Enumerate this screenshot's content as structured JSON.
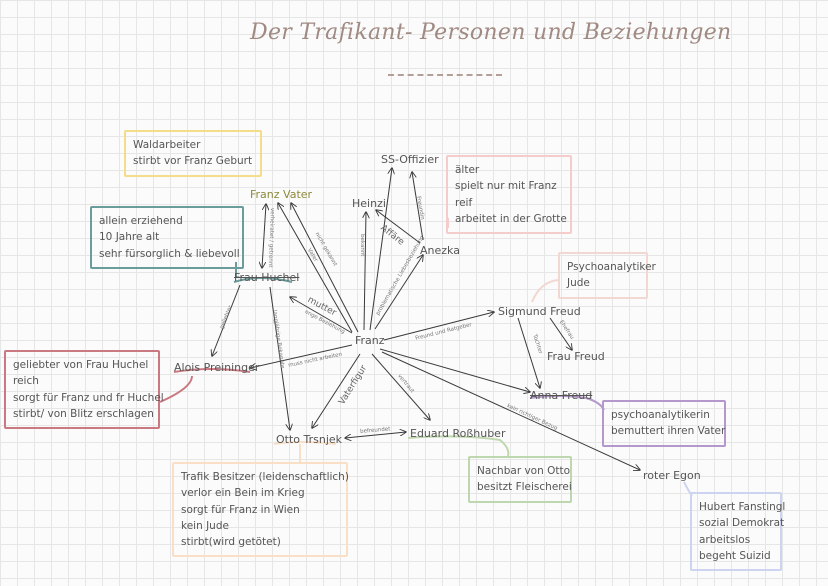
{
  "title": "Der Trafikant- Personen und Beziehungen",
  "nodes": {
    "franz": "Franz",
    "ss": "SS-Offizier",
    "heinzi": "Heinzi",
    "vater": "Franz Vater",
    "anezka": "Anezka",
    "mutter": "Frau Huchel",
    "sigmund": "Sigmund Freud",
    "frau_freud": "Frau Freud",
    "anna": "Anna Freud",
    "alois": "Alois Preininger",
    "otto": "Otto Trsnjek",
    "eduard": "Eduard Roßhuber",
    "egon": "roter Egon"
  },
  "notes": {
    "vater": [
      "Waldarbeiter",
      "stirbt vor Franz Geburt"
    ],
    "anezka": [
      "älter",
      "spielt nur mit Franz",
      "reif",
      "arbeitet in der Grotte"
    ],
    "mutter": [
      "allein erziehend",
      "10 Jahre alt",
      "sehr fürsorglich & liebevoll"
    ],
    "sigmund": [
      "Psychoanalytiker",
      "Jude"
    ],
    "alois": [
      "geliebter von Frau Huchel",
      "reich",
      "sorgt für Franz und fr Huchel",
      "stirbt/ von Blitz erschlagen"
    ],
    "anna": [
      "psychoanalytikerin",
      "bemuttert ihren Vater"
    ],
    "eduard": [
      "Nachbar von Otto",
      "besitzt Fleischerei"
    ],
    "otto": [
      "Trafik Besitzer (leidenschaftlich)",
      "verlor ein Bein im Krieg",
      "sorgt für Franz in Wien",
      "kein Jude",
      "stirbt(wird getötet)"
    ],
    "egon": [
      "Hubert Fanstingl",
      "sozial Demokrat",
      "arbeitslos",
      "begeht Suizid"
    ]
  },
  "edge_labels": {
    "vater_franz": "Vater",
    "franz_vater": "nicht gekannt",
    "vater_mutter": "verheiratet / getrennt",
    "franz_mutter_big": "mutter",
    "franz_mutter_small": "enge Beziehung",
    "heinzi": "bekannt",
    "anezka_heinzi": "Affäre",
    "anezka_ss": "Freundin",
    "franz_anezka": "problematische Liebesbeziehung",
    "franz_sigmund": "Freund und Ratgeber",
    "sigmund_anna": "Tochter",
    "sigmund_frau": "Ehefrau",
    "mutter_alois": "geliebter",
    "mutter_otto": "langjährige Bekannte",
    "franz_alois": "muss nicht arbeiten",
    "franz_otto_big": "Vaterfigur",
    "franz_eduard": "vertraut",
    "otto_eduard": "befreundet",
    "franz_egon": "kein richtiger Bezug"
  },
  "colors": {
    "title": "#a08a82",
    "vater_box": "#f3dc8a",
    "anezka_box": "#f4cccb",
    "mutter_box": "#6a9c9c",
    "sigmund_box": "#f1d8d2",
    "alois_box": "#c97981",
    "anna_box": "#b498cb",
    "eduard_box": "#bfd7ae",
    "otto_box": "#f9dfc6",
    "egon_box": "#ccd4f0",
    "vater_text": "#8c8a3a",
    "mutter_underline": "#6a9c9c",
    "alois_underline": "#c97981",
    "anna_underline": "#b498cb",
    "eduard_underline": "#bfd7ae",
    "otto_underline": "#f9dfc6",
    "arrow": "#3a3a3a",
    "connector": "#d6c2bf"
  }
}
